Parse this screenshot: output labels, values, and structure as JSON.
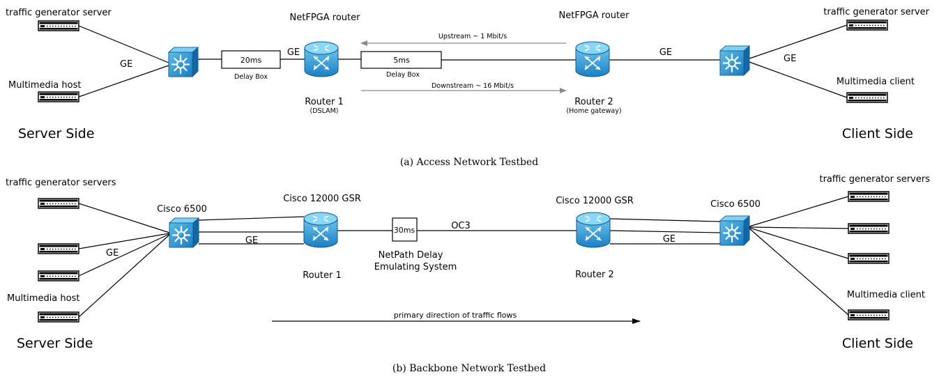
{
  "diagram_a": {
    "caption": "(a) Access Network Testbed",
    "server_label": "traffic generator server",
    "client_server_label": "traffic generator server",
    "multimedia_host": "Multimedia host",
    "multimedia_client": "Multimedia client",
    "ge_left": "GE",
    "ge_mid": "GE",
    "ge_right": "GE",
    "ge_client": "GE",
    "delay1_value": "20ms",
    "delay1_label": "Delay Box",
    "delay2_value": "5ms",
    "delay2_label": "Delay Box",
    "router1_title": "NetFPGA router",
    "router2_title": "NetFPGA router",
    "router1_name": "Router 1",
    "router1_sub": "(DSLAM)",
    "router2_name": "Router 2",
    "router2_sub": "(Home gateway)",
    "upstream": "Upstream ~ 1 Mbit/s",
    "downstream": "Downstream ~ 16 Mbit/s",
    "server_side": "Server Side",
    "client_side": "Client Side"
  },
  "diagram_b": {
    "caption": "(b) Backbone Network Testbed",
    "servers_label": "traffic generator servers",
    "client_servers_label": "traffic generator servers",
    "multimedia_host": "Multimedia host",
    "multimedia_client": "Multimedia client",
    "ge_hosts": "GE",
    "ge_left": "GE",
    "ge_right": "GE",
    "switch_left": "Cisco 6500",
    "switch_right": "Cisco 6500",
    "router1_title": "Cisco 12000 GSR",
    "router2_title": "Cisco 12000 GSR",
    "router1_name": "Router 1",
    "router2_name": "Router 2",
    "delay_value": "30ms",
    "netpath_line1": "NetPath Delay",
    "netpath_line2": "Emulating System",
    "oc3": "OC3",
    "primary_direction": "primary direction of traffic flows",
    "server_side": "Server Side",
    "client_side": "Client Side"
  },
  "icons": {
    "server": "server-rack-icon",
    "switch": "switch-icon",
    "router": "router-icon",
    "device_color": "#2a8fd0"
  }
}
